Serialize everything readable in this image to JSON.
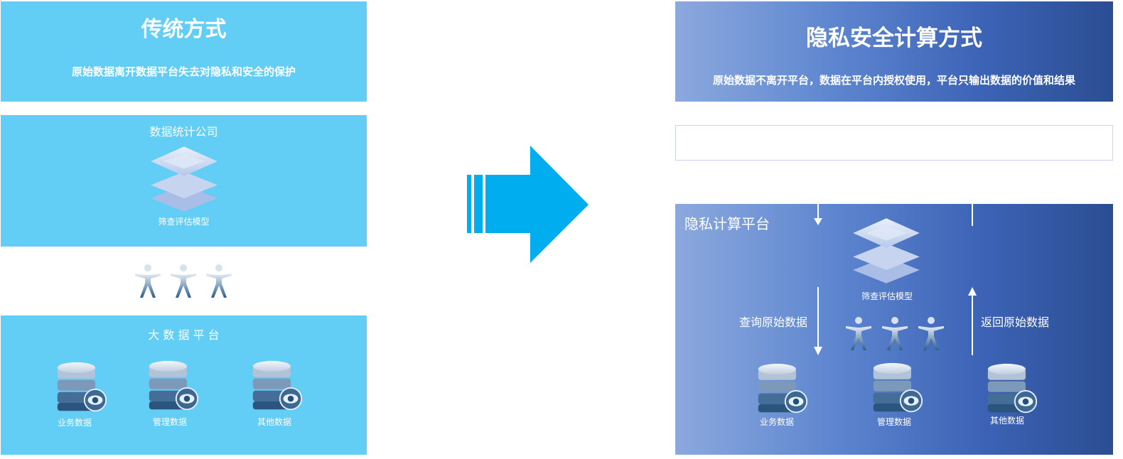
{
  "left": {
    "header": {
      "title": "传统方式",
      "subtitle": "原始数据离开数据平台失去对隐私和安全的保护"
    },
    "company_box": {
      "label": "数据统计公司",
      "model_label": "筛查评估模型"
    },
    "platform_box": {
      "label": "大 数 据 平 台",
      "databases": [
        "业务数据",
        "管理数据",
        "其他数据"
      ]
    }
  },
  "right": {
    "header": {
      "title": "隐私安全计算方式",
      "subtitle": "原始数据不离开平台，数据在平台内授权使用，平台只输出数据的价值和结果"
    },
    "platform": {
      "label": "隐私计算平台",
      "model_label": "筛查评估模型",
      "query_label": "查询原始数据",
      "return_label": "返回原始数据",
      "databases": [
        "业务数据",
        "管理数据",
        "其他数据"
      ]
    }
  },
  "colors": {
    "left_panel": "#62cdf5",
    "arrow": "#00aeef",
    "right_gradient_start": "#8ca9de",
    "right_gradient_end": "#2b4d92"
  }
}
